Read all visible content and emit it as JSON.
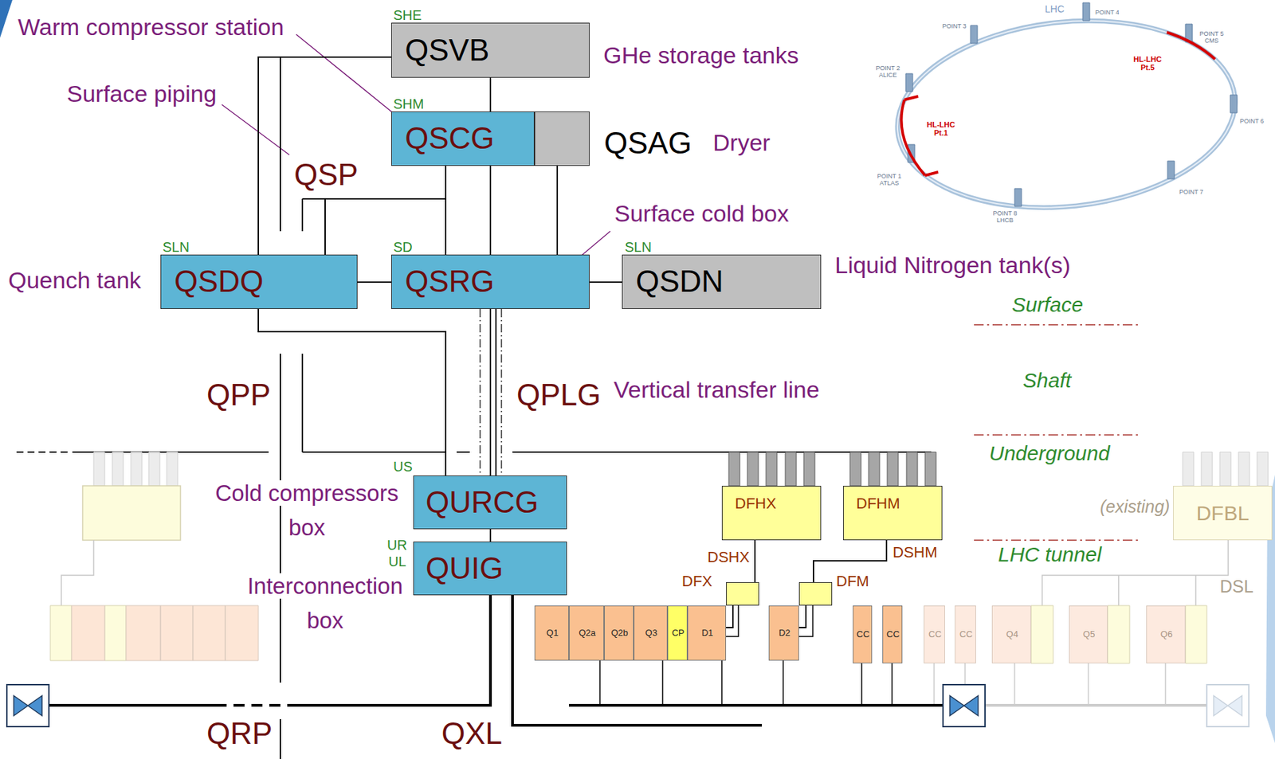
{
  "diagram": {
    "nodes": [
      {
        "text": [
          "SHE",
          "QSVB"
        ]
      },
      {
        "text": [
          "SHM",
          "QSCG"
        ]
      },
      {
        "text": [
          "QSAG"
        ]
      },
      {
        "text": [
          "SLN",
          "QSDQ"
        ]
      },
      {
        "text": [
          "SD",
          "QSRG"
        ]
      },
      {
        "text": [
          "SLN",
          "QSDN"
        ]
      },
      {
        "text": [
          "US",
          "QURCG"
        ]
      },
      {
        "text": [
          "UR",
          "UL",
          "QUIG"
        ]
      },
      {
        "text": [
          "DFHX"
        ]
      },
      {
        "text": [
          "DFHM"
        ]
      },
      {
        "text": [
          "DFX"
        ]
      },
      {
        "text": [
          "DFM"
        ]
      },
      {
        "text": [
          "Q1"
        ]
      },
      {
        "text": [
          "Q2a"
        ]
      },
      {
        "text": [
          "Q2b"
        ]
      },
      {
        "text": [
          "Q3"
        ]
      },
      {
        "text": [
          "CP"
        ]
      },
      {
        "text": [
          "D1"
        ]
      },
      {
        "text": [
          "D2"
        ]
      },
      {
        "text": [
          "CC"
        ]
      },
      {
        "text": [
          "CC"
        ]
      },
      {
        "text": [
          "CC"
        ]
      },
      {
        "text": [
          "CC"
        ]
      },
      {
        "text": [
          "Q4"
        ]
      },
      {
        "text": [
          "Q5"
        ]
      },
      {
        "text": [
          "Q6"
        ]
      },
      {
        "text": [
          "(existing)",
          "DFBL"
        ]
      }
    ],
    "edges": [
      {
        "from": 0,
        "to": 1,
        "arrow": "none"
      },
      {
        "from": 0,
        "to": 3,
        "arrow": "none"
      },
      {
        "from": 1,
        "to": 3,
        "arrow": "none"
      },
      {
        "from": 1,
        "to": 4,
        "arrow": "none"
      },
      {
        "from": 1,
        "to": 4,
        "arrow": "none"
      },
      {
        "from": 2,
        "to": 4,
        "arrow": "none"
      },
      {
        "from": 3,
        "to": 4,
        "arrow": "none"
      },
      {
        "from": 4,
        "to": 5,
        "arrow": "none"
      },
      {
        "from": 4,
        "to": 6,
        "label": "QPLG",
        "arrow": "none"
      },
      {
        "from": 3,
        "to": 6,
        "arrow": "none"
      },
      {
        "from": 6,
        "to": 7,
        "arrow": "none"
      },
      {
        "from": 8,
        "to": 10,
        "label": "DSHX",
        "arrow": "none"
      },
      {
        "from": 9,
        "to": 11,
        "label": "DSHM",
        "arrow": "none"
      },
      {
        "from": 10,
        "to": 17,
        "arrow": "none"
      },
      {
        "from": 11,
        "to": 18,
        "arrow": "none"
      }
    ],
    "labels": [
      "Warm compressor station",
      "Surface piping",
      "QSP",
      "GHe storage tanks",
      "Dryer",
      "Surface cold box",
      "Quench tank",
      "Liquid Nitrogen tank(s)",
      "Surface",
      "Shaft",
      "Underground",
      "LHC tunnel",
      "QPP",
      "Vertical transfer line",
      "Cold compressors box",
      "Interconnection box",
      "QRP",
      "QXL",
      "DSL",
      "LHC",
      "POINT 3",
      "POINT 4",
      "POINT 2 ALICE",
      "POINT 5 CMS",
      "HL-LHC Pt.5",
      "HL-LHC Pt.1",
      "POINT 6",
      "POINT 1 ATLAS",
      "POINT 7",
      "POINT 8 LHCB"
    ]
  }
}
